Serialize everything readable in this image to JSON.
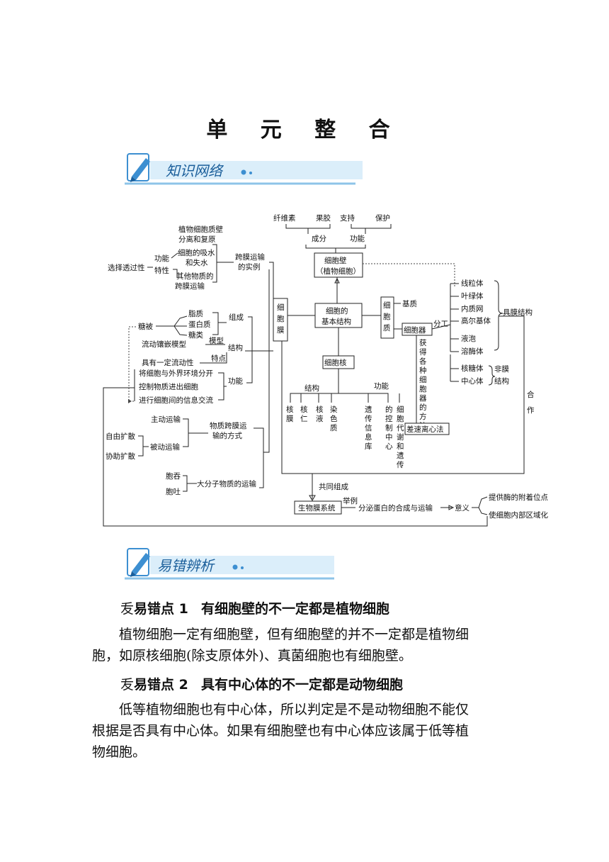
{
  "title": "单 元 整 合",
  "sections": {
    "network": "知识网络",
    "errors": "易错辨析"
  },
  "diagram": {
    "fiber": "纤维素",
    "pectin": "果胶",
    "support": "支持",
    "protect": "保护",
    "component": "成分",
    "function": "功能",
    "wall": "细胞壁",
    "wall_sub": "（植物细胞）",
    "plasmolysis1": "植物细胞质壁",
    "plasmolysis2": "分离和复原",
    "absorb1": "细胞的吸水",
    "absorb2": "和失水",
    "other1": "其他物质的",
    "other2": "跨膜运输",
    "func": "功能",
    "feature": "特性",
    "selective": "选择透过性",
    "transport1": "跨膜运输",
    "transport2": "的实例",
    "membrane": [
      "细",
      "胞",
      "膜"
    ],
    "basic1": "细胞的",
    "basic2": "基本结构",
    "cytoplasm": [
      "细",
      "胞",
      "质"
    ],
    "matrix": "基质",
    "organelle": "细胞器",
    "division": "分工",
    "mito": "线粒体",
    "chloro": "叶绿体",
    "er": "内质网",
    "golgi": "高尔基体",
    "vacuole": "液泡",
    "lyso": "溶酶体",
    "has_membrane": "具膜结构",
    "ribo": "核糖体",
    "centro": "中心体",
    "no_mem1": "非膜",
    "no_mem2": "结构",
    "method": [
      "获",
      "得",
      "各",
      "种",
      "细",
      "胞",
      "器",
      "的",
      "方",
      "法"
    ],
    "centrifuge": "差速离心法",
    "cooperate": [
      "合",
      "作"
    ],
    "glycocalyx": "糖被",
    "lipid": "脂质",
    "protein": "蛋白质",
    "sugar": "糖类",
    "composition": "组成",
    "fluid_mosaic": "流动镶嵌模型",
    "model": "模型",
    "structure": "结构",
    "fluidity": "具有一定流动性",
    "characteristic": "特点",
    "fn1": "将细胞与外界环境分开",
    "fn2": "控制物质进出细胞",
    "fn3": "进行细胞间的信息交流",
    "fn_label": "功能",
    "nucleus": "细胞核",
    "n_struct": "结构",
    "n_func": "功能",
    "n_parts": [
      [
        "核",
        "膜"
      ],
      [
        "核",
        "仁"
      ],
      [
        "核",
        "液"
      ],
      [
        "染",
        "色",
        "质"
      ]
    ],
    "n_funcs": [
      [
        "遗",
        "传",
        "信",
        "息",
        "库"
      ],
      [
        "的",
        "控",
        "制",
        "中",
        "心"
      ],
      [
        "细",
        "胞",
        "代",
        "谢",
        "和",
        "遗",
        "传"
      ]
    ],
    "active": "主动运输",
    "free": "自由扩散",
    "facil": "协助扩散",
    "passive": "被动运输",
    "trans_way1": "物质跨膜运",
    "trans_way2": "输的方式",
    "endo": "胞吞",
    "exo": "胞吐",
    "macro": "大分子物质的运输",
    "together": "共同组成",
    "biomem": "生物膜系统",
    "example": "举例",
    "secretion": "分泌蛋白的合成与运输",
    "meaning": "意义",
    "meaning1": "提供酶的附着位点",
    "meaning2": "使细胞内部区域化"
  },
  "errors": [
    {
      "mark": "叐",
      "label": "易错点 1",
      "heading": "有细胞壁的不一定都是植物细胞",
      "line1": "植物细胞一定有细胞壁，但有细胞壁的并不一定都是植物细",
      "line2": "胞，如原核细胞(除支原体外)、真菌细胞也有细胞壁。"
    },
    {
      "mark": "叐",
      "label": "易错点 2",
      "heading": "具有中心体的不一定都是动物细胞",
      "line1": "低等植物细胞也有中心体，所以判定是不是动物细胞不能仅",
      "line2": "根据是否具有中心体。如果有细胞壁也有中心体应该属于低等植",
      "line3": "物细胞。"
    }
  ],
  "colors": {
    "banner": "#7ab8e0",
    "banner_text": "#1a5e9a",
    "accent": "#3d8fd1"
  },
  "icons": {
    "banner": "pencil-icon"
  }
}
